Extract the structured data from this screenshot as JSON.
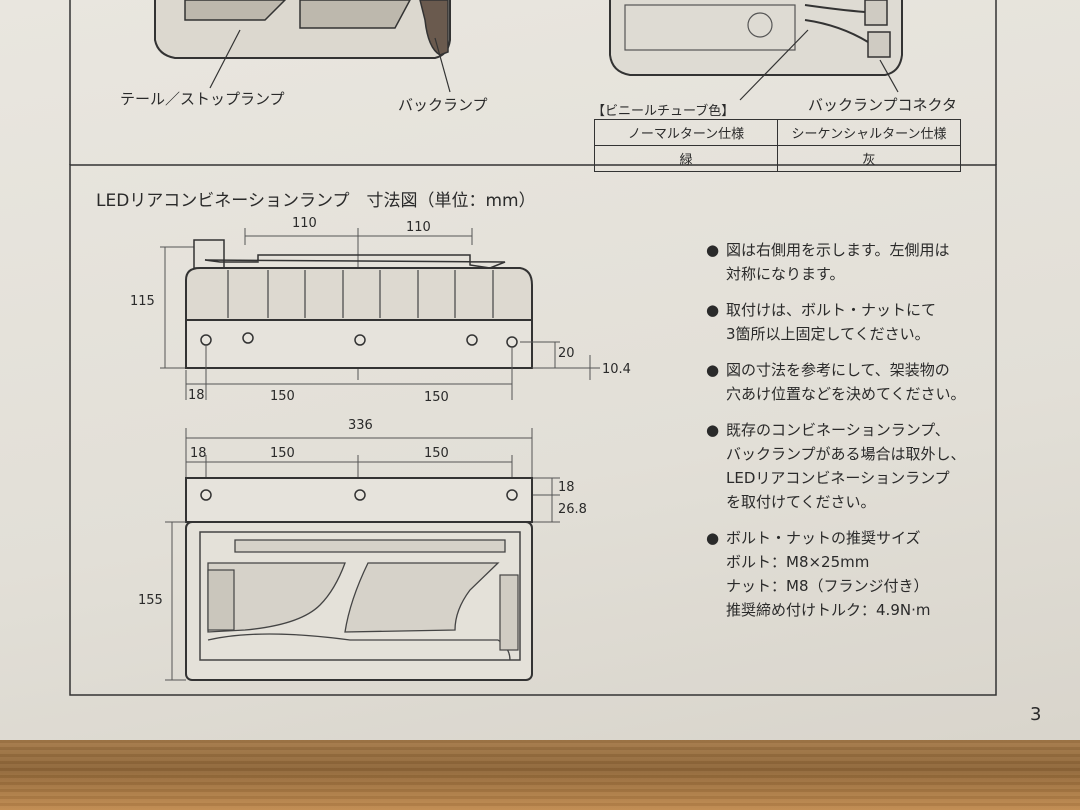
{
  "top": {
    "label_tail_stop": "テール／ストップランプ",
    "label_back_lamp": "バックランプ",
    "label_back_connector": "バックランプコネクタ",
    "tube_title": "【ビニールチューブ色】",
    "tube_table": {
      "headers": [
        "ノーマルターン仕様",
        "シーケンシャルターン仕様"
      ],
      "values": [
        "緑",
        "灰"
      ]
    }
  },
  "section_title": "LEDリアコンビネーションランプ　寸法図（単位：mm）",
  "drawing": {
    "dim_top": [
      "110",
      "110"
    ],
    "dim_height": "115",
    "dim_side": [
      "20",
      "10.4"
    ],
    "dim_bottom_row": [
      "18",
      "150",
      "150"
    ],
    "dim_total_width": "336",
    "dim_plate_row": [
      "18",
      "150",
      "150"
    ],
    "dim_plate_side": [
      "18",
      "26.8"
    ],
    "dim_front_height": "155"
  },
  "notes": [
    {
      "lines": [
        "図は右側用を示します。左側用は",
        "対称になります。"
      ]
    },
    {
      "lines": [
        "取付けは、ボルト・ナットにて",
        "3箇所以上固定してください。"
      ]
    },
    {
      "lines": [
        "図の寸法を参考にして、架装物の",
        "穴あけ位置などを決めてください。"
      ]
    },
    {
      "lines": [
        "既存のコンビネーションランプ、",
        "バックランプがある場合は取外し、",
        "LEDリアコンビネーションランプ",
        "を取付けてください。"
      ]
    },
    {
      "lines": [
        "ボルト・ナットの推奨サイズ",
        "ボルト：M8×25mm",
        "ナット：M8（フランジ付き）",
        "推奨締め付けトルク：4.9N·m"
      ]
    }
  ],
  "bullet": "●",
  "page_number": "3"
}
